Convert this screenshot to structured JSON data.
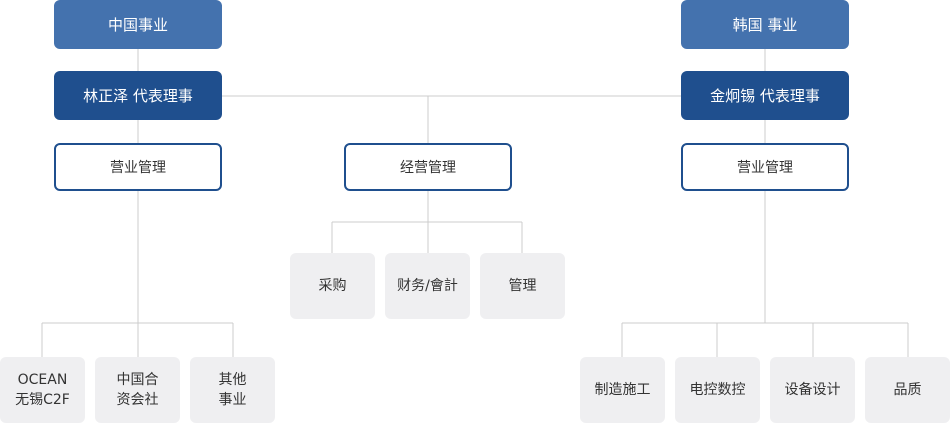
{
  "colors": {
    "division_fill": "#4472ae",
    "ceo_fill": "#1f4f8e",
    "mgmt_border": "#1f4f8e",
    "unit_fill": "#efeff1",
    "connector": "#cccccc"
  },
  "china": {
    "division": "中国事业",
    "ceo": "林正泽 代表理事",
    "sales": "营业管理",
    "units": [
      "OCEAN\n无锡C2F",
      "中国合\n资会社",
      "其他\n事业"
    ]
  },
  "center": {
    "management": "经营管理",
    "units": [
      "采购",
      "财务/會計",
      "管理"
    ]
  },
  "korea": {
    "division": "韩国 事业",
    "ceo": "金炯锡 代表理事",
    "sales": "营业管理",
    "units": [
      "制造施工",
      "电控数控",
      "设备设计",
      "品质"
    ]
  }
}
